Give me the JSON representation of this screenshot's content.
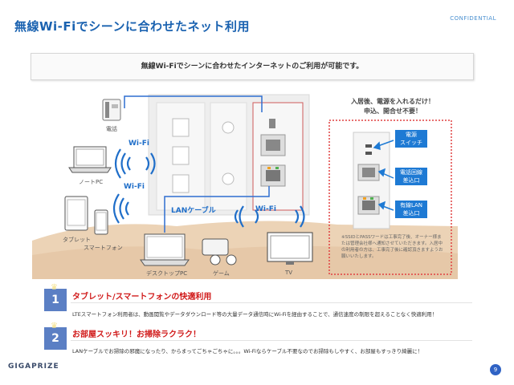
{
  "header": {
    "title": "無線Wi-Fiでシーンに合わせたネット利用",
    "confidential": "CONFIDENTIAL"
  },
  "subtitle": "無線Wi-Fiでシーンに合わせたインターネットのご利用が可能です。",
  "diagram": {
    "devices": {
      "phone": "電話",
      "notebook": "ノートPC",
      "tablet": "タブレット",
      "smartphone": "スマートフォン",
      "desktop": "デスクトップPC",
      "game": "ゲーム",
      "tv": "TV"
    },
    "wifi_label": "Wi-Fi",
    "lan_label": "LANケーブル",
    "callout": {
      "headline_1": "入居後、電源を入れるだけ！",
      "headline_2": "申込、開合せ不要！",
      "power_switch": [
        "電源",
        "スイッチ"
      ],
      "phone_port": [
        "電話回線",
        "差込口"
      ],
      "lan_port": [
        "有線LAN",
        "差込口"
      ],
      "note": "※SSIDとPASSワードは工事完了後、オーナー様または管理会社様へ通知させていただきます。入居中の利用者の方は、工事完了後に確認頂きますようお願いいたします。"
    },
    "colors": {
      "accent": "#1e7ad4",
      "dotted_border": "#e04040",
      "floor": "#e9cfb0"
    }
  },
  "features": [
    {
      "number": "1",
      "title": "タブレット/スマートフォンの快適利用",
      "description": "LTEスマートフォン利用者は、動画閲覧やデータダウンロード等の大量データ通信時にWi-Fiを経由することで、通信速度の制限を超えることなく快適利用！"
    },
    {
      "number": "2",
      "title": "お部屋スッキリ！お掃除ラクラク！",
      "description": "LANケーブルでお掃除の邪魔になったり、からまってごちゃごちゃに。。。Wi-Fiならケーブル不要なのでお掃除もしやすく、お部屋もすっきり綺麗に！"
    }
  ],
  "footer": {
    "logo": "GIGAPRIZE",
    "page_number": "9"
  }
}
